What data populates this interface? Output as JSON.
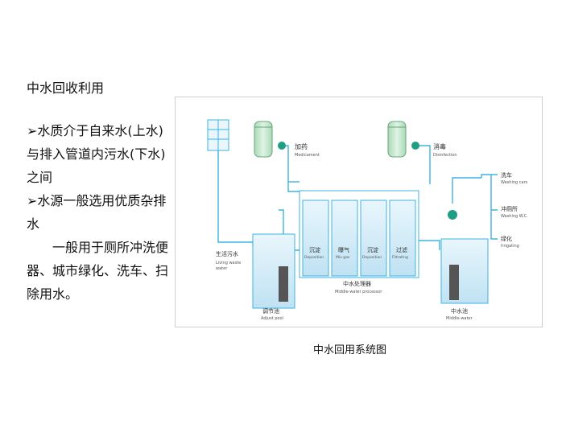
{
  "title": "中水回收利用",
  "bullets": [
    "➢水质介于自来水(上水)与排入管道内污水(下水) 之间",
    "➢水源一般选用优质杂排水",
    "一般用于厕所冲洗便器、城市绿化、洗车、扫除用水。"
  ],
  "caption": "中水回用系统图",
  "diagram": {
    "medicament_cn": "加药",
    "medicament_en": "Medicament",
    "disinfection_cn": "消毒",
    "disinfection_en": "Disinfection",
    "living_cn": "生活污水",
    "living_en1": "Living waste",
    "living_en2": "water",
    "adjust_cn": "调节池",
    "adjust_en": "Adjust pool",
    "deposition_cn": "沉淀",
    "deposition_en": "Deposition",
    "mixgas_cn": "曝气",
    "mixgas_en": "Mix gas",
    "deposition2_cn": "沉淀",
    "deposition2_en": "Deposition",
    "filtrating_cn": "过滤",
    "filtrating_en": "Filtrating",
    "processor_cn": "中水处理器",
    "processor_en": "Middle-water processor",
    "middle_cn": "中水池",
    "middle_en": "Middle-water",
    "washcars_cn": "洗车",
    "washcars_en": "Washing cars",
    "washwc_cn": "冲厕所",
    "washwc_en": "Washing W.C.",
    "irrig_cn": "绿化",
    "irrig_en": "Irrigating"
  },
  "colors": {
    "pipe": "#3fb3e0",
    "tank_fill": "#cfe9f6",
    "pump": "#1f9e86",
    "column": "#bfe3c7"
  }
}
